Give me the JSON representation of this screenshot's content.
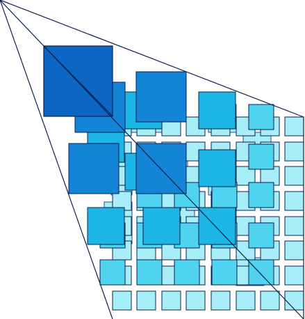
{
  "diagram": {
    "colors": {
      "background": "#ffffff",
      "stroke": "#0b1f4d",
      "tier0": "#a8eef8",
      "tier1": "#4fd3ee",
      "tier2": "#1cb7e6",
      "tier3": "#1485d6",
      "tier4": "#0b67c3"
    },
    "grid": {
      "rows": 8,
      "cols": 8,
      "tier0_count": 64
    },
    "tiers": [
      {
        "name": "tier1",
        "count": 16
      },
      {
        "name": "tier2",
        "count": 9
      },
      {
        "name": "tier3",
        "count": 4
      },
      {
        "name": "tier4",
        "count": 1
      }
    ],
    "guide_lines": {
      "count": 5
    }
  }
}
